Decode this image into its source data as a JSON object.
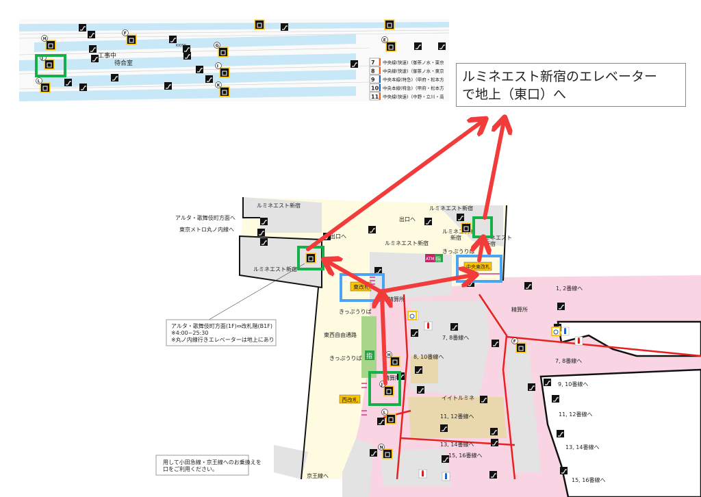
{
  "callout": {
    "line1": "ルミネエスト新宿のエレベーター",
    "line2": "で地上（東口）へ"
  },
  "platform_map": {
    "tracks": [
      {
        "number": "7",
        "label": "中央線(快速)（御茶ノ水・東京",
        "color": "#e8641e"
      },
      {
        "number": "8",
        "label": "中央線(快速)（御茶ノ水・東京",
        "color": "#e8641e"
      },
      {
        "number": "9",
        "label": "中央本線(特急)（甲府・松本方",
        "color": "#1a63b8"
      },
      {
        "number": "10",
        "label": "中央本線(特急)（甲府・松本方",
        "color": "#1a63b8"
      },
      {
        "number": "11",
        "label": "中央線(快速)（中野・立川・高",
        "color": "#e8641e"
      }
    ],
    "under_construction": "工事中",
    "waiting_room": "待合室",
    "kiosk": "KIOSK",
    "elevator_letters": [
      "F",
      "G",
      "H",
      "I",
      "J",
      "K",
      "L",
      "E"
    ]
  },
  "concourse": {
    "lumine_est_1": "ルミネエスト新宿",
    "lumine_est_2": "ルミネエスト新宿",
    "lumine_est_3": "ルミネエスト新宿",
    "lumine_est_4": "ルミネエスト新宿",
    "lumine_est_5": "ルミネエスト",
    "lumine_est_5b": "新宿",
    "lumine_est_6": "ルミネエスト",
    "lumine_est_6b": "新宿",
    "alta_direction": "アルタ・歌舞伎町方面へ",
    "metro_direction": "東京メトロ丸ノ内線へ",
    "exit_1": "出口へ",
    "exit_2": "出口へ",
    "ticket_1": "きっぷうりば",
    "ticket_2": "きっぷうりば",
    "ticket_3": "きっぷうりば",
    "east_gate": "東改札",
    "central_east_gate": "中央東改札",
    "west_gate": "西改札",
    "fare_adjust_1": "精算所",
    "fare_adjust_2": "精算所",
    "fare_adjust_3": "精算所",
    "free_passage": "東西自由通路",
    "itoru_mine": "イイトルミネ",
    "atm": "ATM",
    "reserved": "指",
    "keio": "京王線へ",
    "platforms": [
      "1, 2番線へ",
      "7, 8番線へ",
      "7, 8番線へ",
      "8, 10番線へ",
      "9, 10番線へ",
      "11, 12番線へ",
      "11, 12番線へ",
      "13, 14番線へ",
      "13, 14番線へ",
      "15, 16番線へ",
      "15, 16番線へ"
    ],
    "note_box": {
      "line1": "アルタ・歌舞伎町方面(1F)⇔改札階(B1F)",
      "line2": "※4:00~25:30",
      "line3": "※丸ノ内線行きエレベーターは地上にあり"
    },
    "note_box2": {
      "line1": "用して小田急線・京王線へのお乗換えを",
      "line2": "口をご利用ください。"
    }
  },
  "colors": {
    "arrow": "#f23b3b",
    "highlight_green": "#14b04a",
    "highlight_blue": "#4aa3f5",
    "concourse": "#fffbe0",
    "paid_area": "#f9d4e2",
    "gate": "#ffc400"
  }
}
